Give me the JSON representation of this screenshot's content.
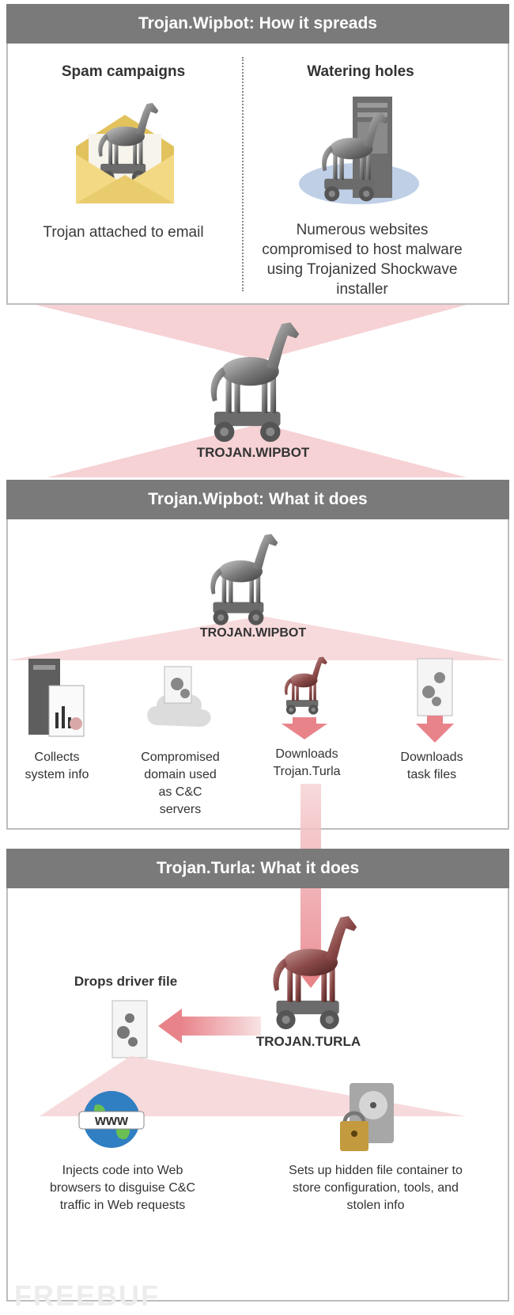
{
  "spread": {
    "header": "Trojan.Wipbot: How it spreads",
    "left": {
      "title": "Spam campaigns",
      "caption": "Trojan attached to email"
    },
    "right": {
      "title": "Watering holes",
      "caption_lines": [
        "Numerous websites",
        "compromised to host malware",
        "using Trojanized Shockwave",
        "installer"
      ]
    }
  },
  "center_label": "TROJAN.WIPBOT",
  "does": {
    "header": "Trojan.Wipbot: What it does",
    "label": "TROJAN.WIPBOT",
    "items": [
      {
        "lines": [
          "Collects",
          "system info"
        ]
      },
      {
        "lines": [
          "Compromised",
          "domain used",
          "as C&C",
          "servers"
        ]
      },
      {
        "lines": [
          "Downloads",
          "Trojan.Turla"
        ]
      },
      {
        "lines": [
          "Downloads",
          "task files"
        ]
      }
    ]
  },
  "turla": {
    "header": "Trojan.Turla: What it does",
    "label": "TROJAN.TURLA",
    "drops": "Drops driver file",
    "left_caption": [
      "Injects code into Web",
      "browsers to disguise C&C",
      "traffic in Web requests"
    ],
    "right_caption": [
      "Sets up hidden file container to",
      "store configuration, tools, and",
      "stolen info"
    ],
    "www": "www"
  },
  "watermark": "FREEBUF",
  "colors": {
    "header": "#7a7a7a",
    "accent": "#e8838a",
    "horse_gray": "#7d7d7d",
    "horse_red": "#8a4a48"
  }
}
